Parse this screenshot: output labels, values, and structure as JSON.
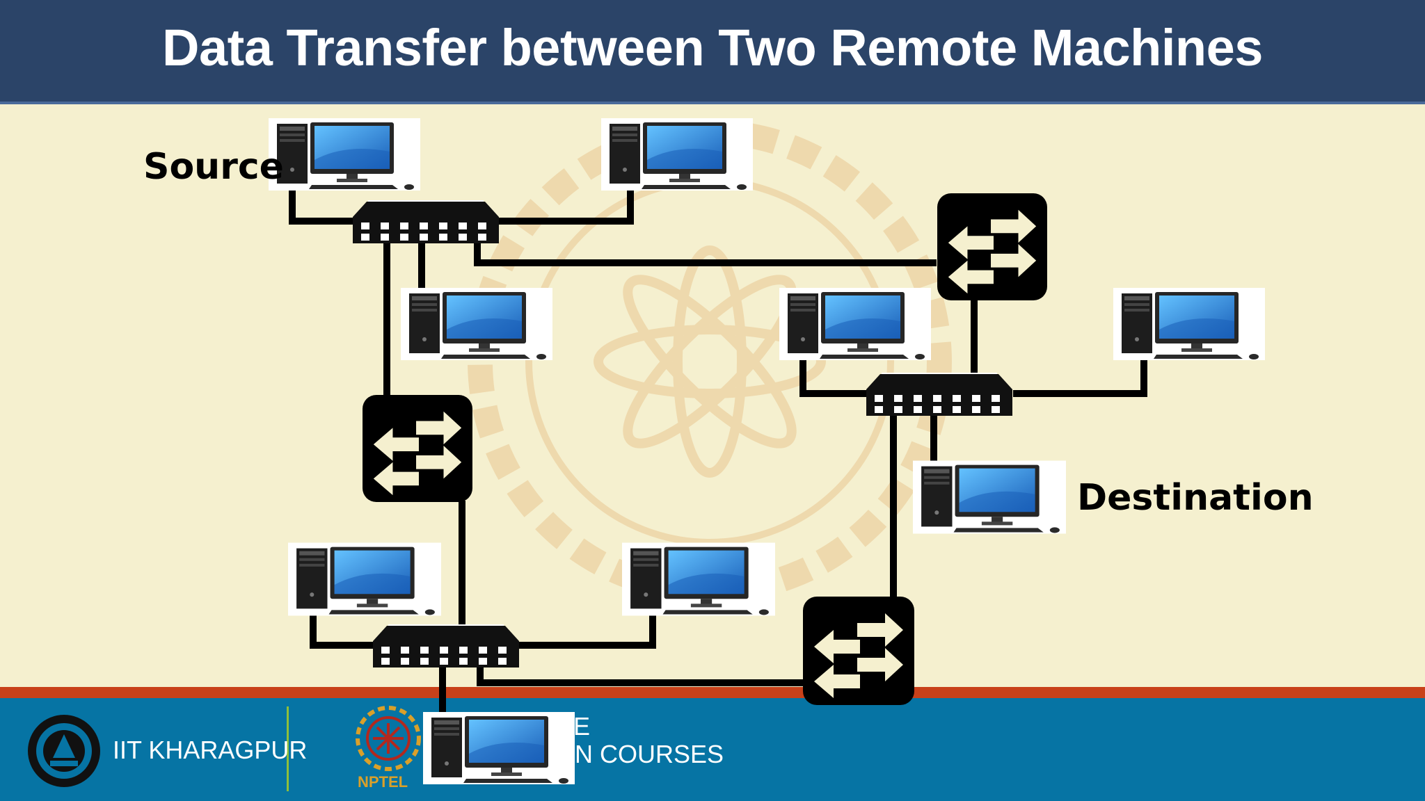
{
  "slide": {
    "title": "Data Transfer between Two Remote Machines"
  },
  "labels": {
    "source": "Source",
    "destination": "Destination"
  },
  "footer": {
    "institute": "IIT KHARAGPUR",
    "program_partial_top": "E",
    "program_partial": "N COURSES",
    "nptel": "NPTEL"
  },
  "colors": {
    "title_bar": "#2b4468",
    "background": "#f5f0cf",
    "footer": "#0674a4",
    "footer_stripe": "#c8411a",
    "link": "#000000",
    "monitor_screen": "#2b8fe0"
  },
  "icons": {
    "computer": "computer-icon",
    "switch": "switch-icon",
    "router": "router-icon"
  }
}
